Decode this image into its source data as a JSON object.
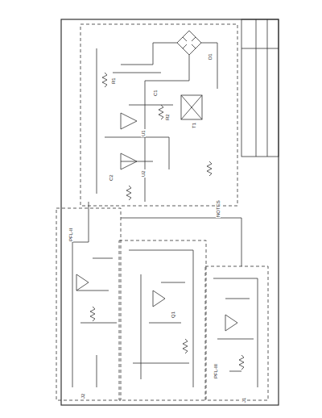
{
  "diagram": {
    "labels": [
      "T1",
      "D1",
      "C1",
      "C2",
      "R1",
      "R2",
      "U1",
      "U2",
      "Q1",
      "J1",
      "J2",
      "NOTES",
      "PFL-II",
      "PFL-III"
    ]
  }
}
